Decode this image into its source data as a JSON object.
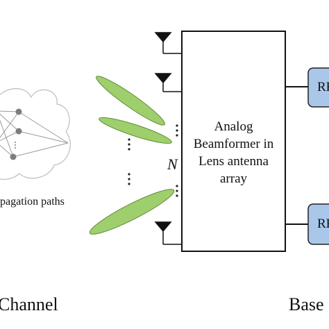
{
  "channel": {
    "label": "Channel",
    "paths_label": "pagation paths"
  },
  "antenna": {
    "count_symbol": "N"
  },
  "beamformer": {
    "lines": [
      "Analog",
      "Beamformer in",
      "Lens antenna",
      "array"
    ]
  },
  "rf_chain": {
    "top_label": "RF",
    "bottom_label": "RF",
    "fill_color": "#a9c7e8"
  },
  "base_station": {
    "label": "Base"
  },
  "colors": {
    "beam_fill": "#9fce6d",
    "beam_stroke": "#5f8c36",
    "stroke": "#111111"
  }
}
